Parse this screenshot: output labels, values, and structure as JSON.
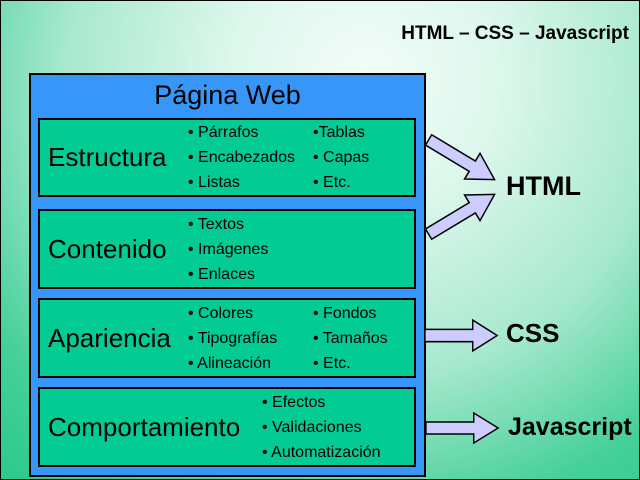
{
  "slide_title": "HTML – CSS – Javascript",
  "diagram": {
    "title": "Página Web",
    "rows": [
      {
        "label": "Estructura",
        "col1": [
          "• Párrafos",
          "• Encabezados",
          "• Listas"
        ],
        "col2": [
          "•Tablas",
          "• Capas",
          "• Etc."
        ]
      },
      {
        "label": "Contenido",
        "col1": [
          "• Textos",
          "• Imágenes",
          "• Enlaces"
        ],
        "col2": []
      },
      {
        "label": "Apariencia",
        "col1": [
          "• Colores",
          "• Tipografías",
          "• Alineación"
        ],
        "col2": [
          "• Fondos",
          "• Tamaños",
          "• Etc."
        ]
      },
      {
        "label": "Comportamiento",
        "col1": [
          "• Efectos",
          "• Validaciones",
          "• Automatización"
        ],
        "col2": []
      }
    ]
  },
  "outputs": {
    "html": {
      "label": "HTML"
    },
    "css": {
      "label": "CSS"
    },
    "javascript": {
      "label": "Javascript"
    }
  },
  "colors": {
    "panel_blue": "#3697f8",
    "box_green": "#02cb94",
    "arrow_fill": "#ccccff",
    "background_edge_green": "#2bc98d",
    "text": "#000000"
  }
}
